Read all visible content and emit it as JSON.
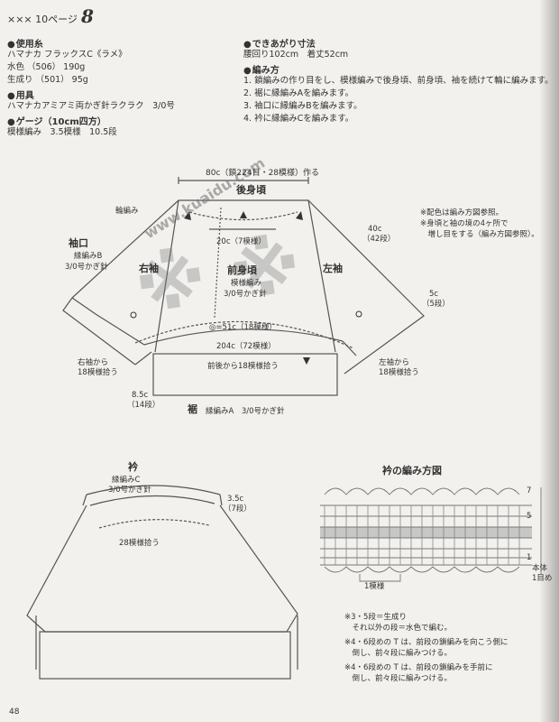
{
  "header": {
    "prefix": "××× 10ページ",
    "pattern_number": "8"
  },
  "materials": {
    "yarn_heading": "使用糸",
    "yarn_name": "ハマナカ フラックスC《ラメ》",
    "yarn_lines": [
      "水色 （506） 190g",
      "生成り （501） 95g"
    ],
    "tools_heading": "用具",
    "tools_line": "ハマナカアミアミ両かぎ針ラクラク　3/0号",
    "gauge_heading": "ゲージ（10cm四方）",
    "gauge_line": "模様編み　3.5模様　10.5段"
  },
  "finished": {
    "heading": "できあがり寸法",
    "line": "腰回り102cm　着丈52cm"
  },
  "method": {
    "heading": "編み方",
    "steps": [
      "1. 鎖編みの作り目をし、模様編みで後身頃、前身頃、袖を続けて輪に編みます。",
      "2. 裾に縁編みAを編みます。",
      "3. 袖口に縁編みBを編みます。",
      "4. 衿に縁編みCを編みます。"
    ]
  },
  "diagram1": {
    "top_label": "80c（鎖224目・28模様）作る",
    "back": "後身頃",
    "border_b_label": "輪編み",
    "twenty": "20c（7模様）",
    "forty": "40c",
    "forty_sub": "（42段）",
    "notes": [
      "※配色は編み方図参照。",
      "※身頃と袖の境の4ヶ所で",
      "　増し目をする（編み方図参照）。"
    ],
    "cuff": "袖口",
    "cuff_sub": "縁編みB",
    "cuff_hook": "3/0号かぎ針",
    "right_sleeve": "右袖",
    "front": "前身頃",
    "front_sub": "模様編み",
    "front_hook": "3/0号かぎ針",
    "left_sleeve": "左袖",
    "five": "5c",
    "five_sub": "（5段）",
    "fifty_one": "◎=51c（18模様）",
    "two04": "204c（72模様）",
    "hem_pick": "前後から18模様拾う",
    "right_pick": "右袖から",
    "right_pick2": "18模様拾う",
    "left_pick": "左袖から",
    "left_pick2": "18模様拾う",
    "hem_height": "8.5c",
    "hem_height_sub": "（14段）",
    "hem": "裾",
    "hem_sub": "縁編みA　3/0号かぎ針",
    "watermark": "www.kuaidu.com"
  },
  "diagram2": {
    "title": "衿",
    "sub": "縁編みC",
    "hook": "3/0号かぎ針",
    "h": "3.5c",
    "h_sub": "（7段）",
    "pick": "28模様拾う"
  },
  "diagram3": {
    "title": "衿の編み方図",
    "repeat": "1模様",
    "row_nums": [
      "7",
      "5",
      "1"
    ],
    "right_labels": [
      "本体",
      "1目め"
    ],
    "notes": [
      "※3・5段＝生成り",
      "　それ以外の段＝水色で編む。",
      "※4・6段めの T は、前段の鎖編みを向こう側に",
      "　倒し、前々段に編みつける。",
      "※4・6段めの T は、前段の鎖編みを手前に",
      "　倒し、前々段に編みつける。"
    ]
  },
  "page_number": "48"
}
